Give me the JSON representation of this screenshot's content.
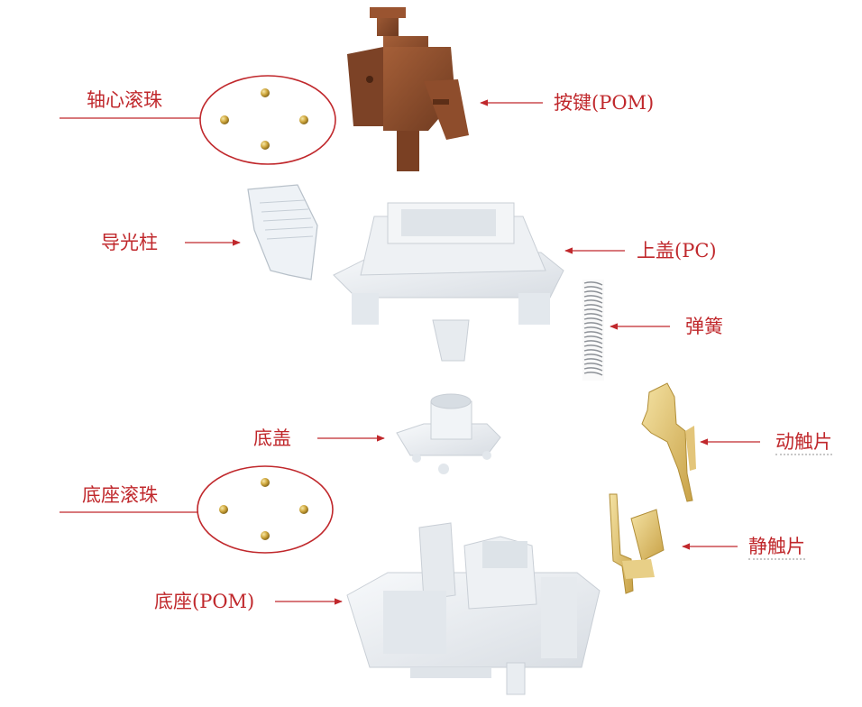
{
  "colors": {
    "label": "#c0282c",
    "arrow": "#c0282c",
    "ellipse": "#c0282c",
    "stem_brown": "#8a4a2a",
    "housing_white": "#e9edf1",
    "brass": "#d6b24a"
  },
  "labels": {
    "stem_bearings": "轴心滚珠",
    "stem": "按键(POM)",
    "light_guide": "导光柱",
    "top_housing": "上盖(PC)",
    "spring": "弹簧",
    "bottom_cap": "底盖",
    "moving_contact": "动触片",
    "base_bearings": "底座滚珠",
    "static_contact": "静触片",
    "base": "底座(POM)"
  }
}
